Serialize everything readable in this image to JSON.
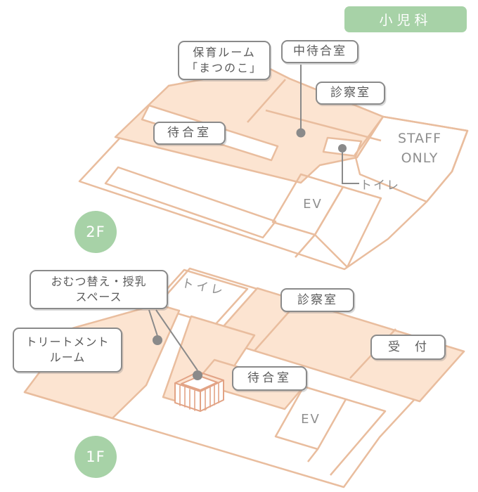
{
  "title_badge": "小児科",
  "colors": {
    "room_fill": "#fce4d1",
    "room_stroke": "#e9bd9e",
    "label_border": "#8a8a8a",
    "label_text": "#5a5a5a",
    "plain_text": "#8f8f8f",
    "accent_green": "#a7d2a7",
    "dot_gray": "#8a8a8a",
    "crib_stroke": "#e2a385"
  },
  "floor2": {
    "badge": "2F",
    "labels": {
      "nursery_line1": "保育ルーム",
      "nursery_line2": "「まつのこ」",
      "middle_waiting": "中待合室",
      "exam": "診察室",
      "waiting": "待合室",
      "staff_line1": "STAFF",
      "staff_line2": "ONLY",
      "toilet": "トイレ",
      "elevator": "EV"
    }
  },
  "floor1": {
    "badge": "1F",
    "labels": {
      "diaper_line1": "おむつ替え・授乳",
      "diaper_line2": "スペース",
      "treatment_line1": "トリートメント",
      "treatment_line2": "ルーム",
      "toilet": "トイレ",
      "exam": "診察室",
      "reception": "受　付",
      "waiting": "待合室",
      "elevator": "EV"
    }
  }
}
